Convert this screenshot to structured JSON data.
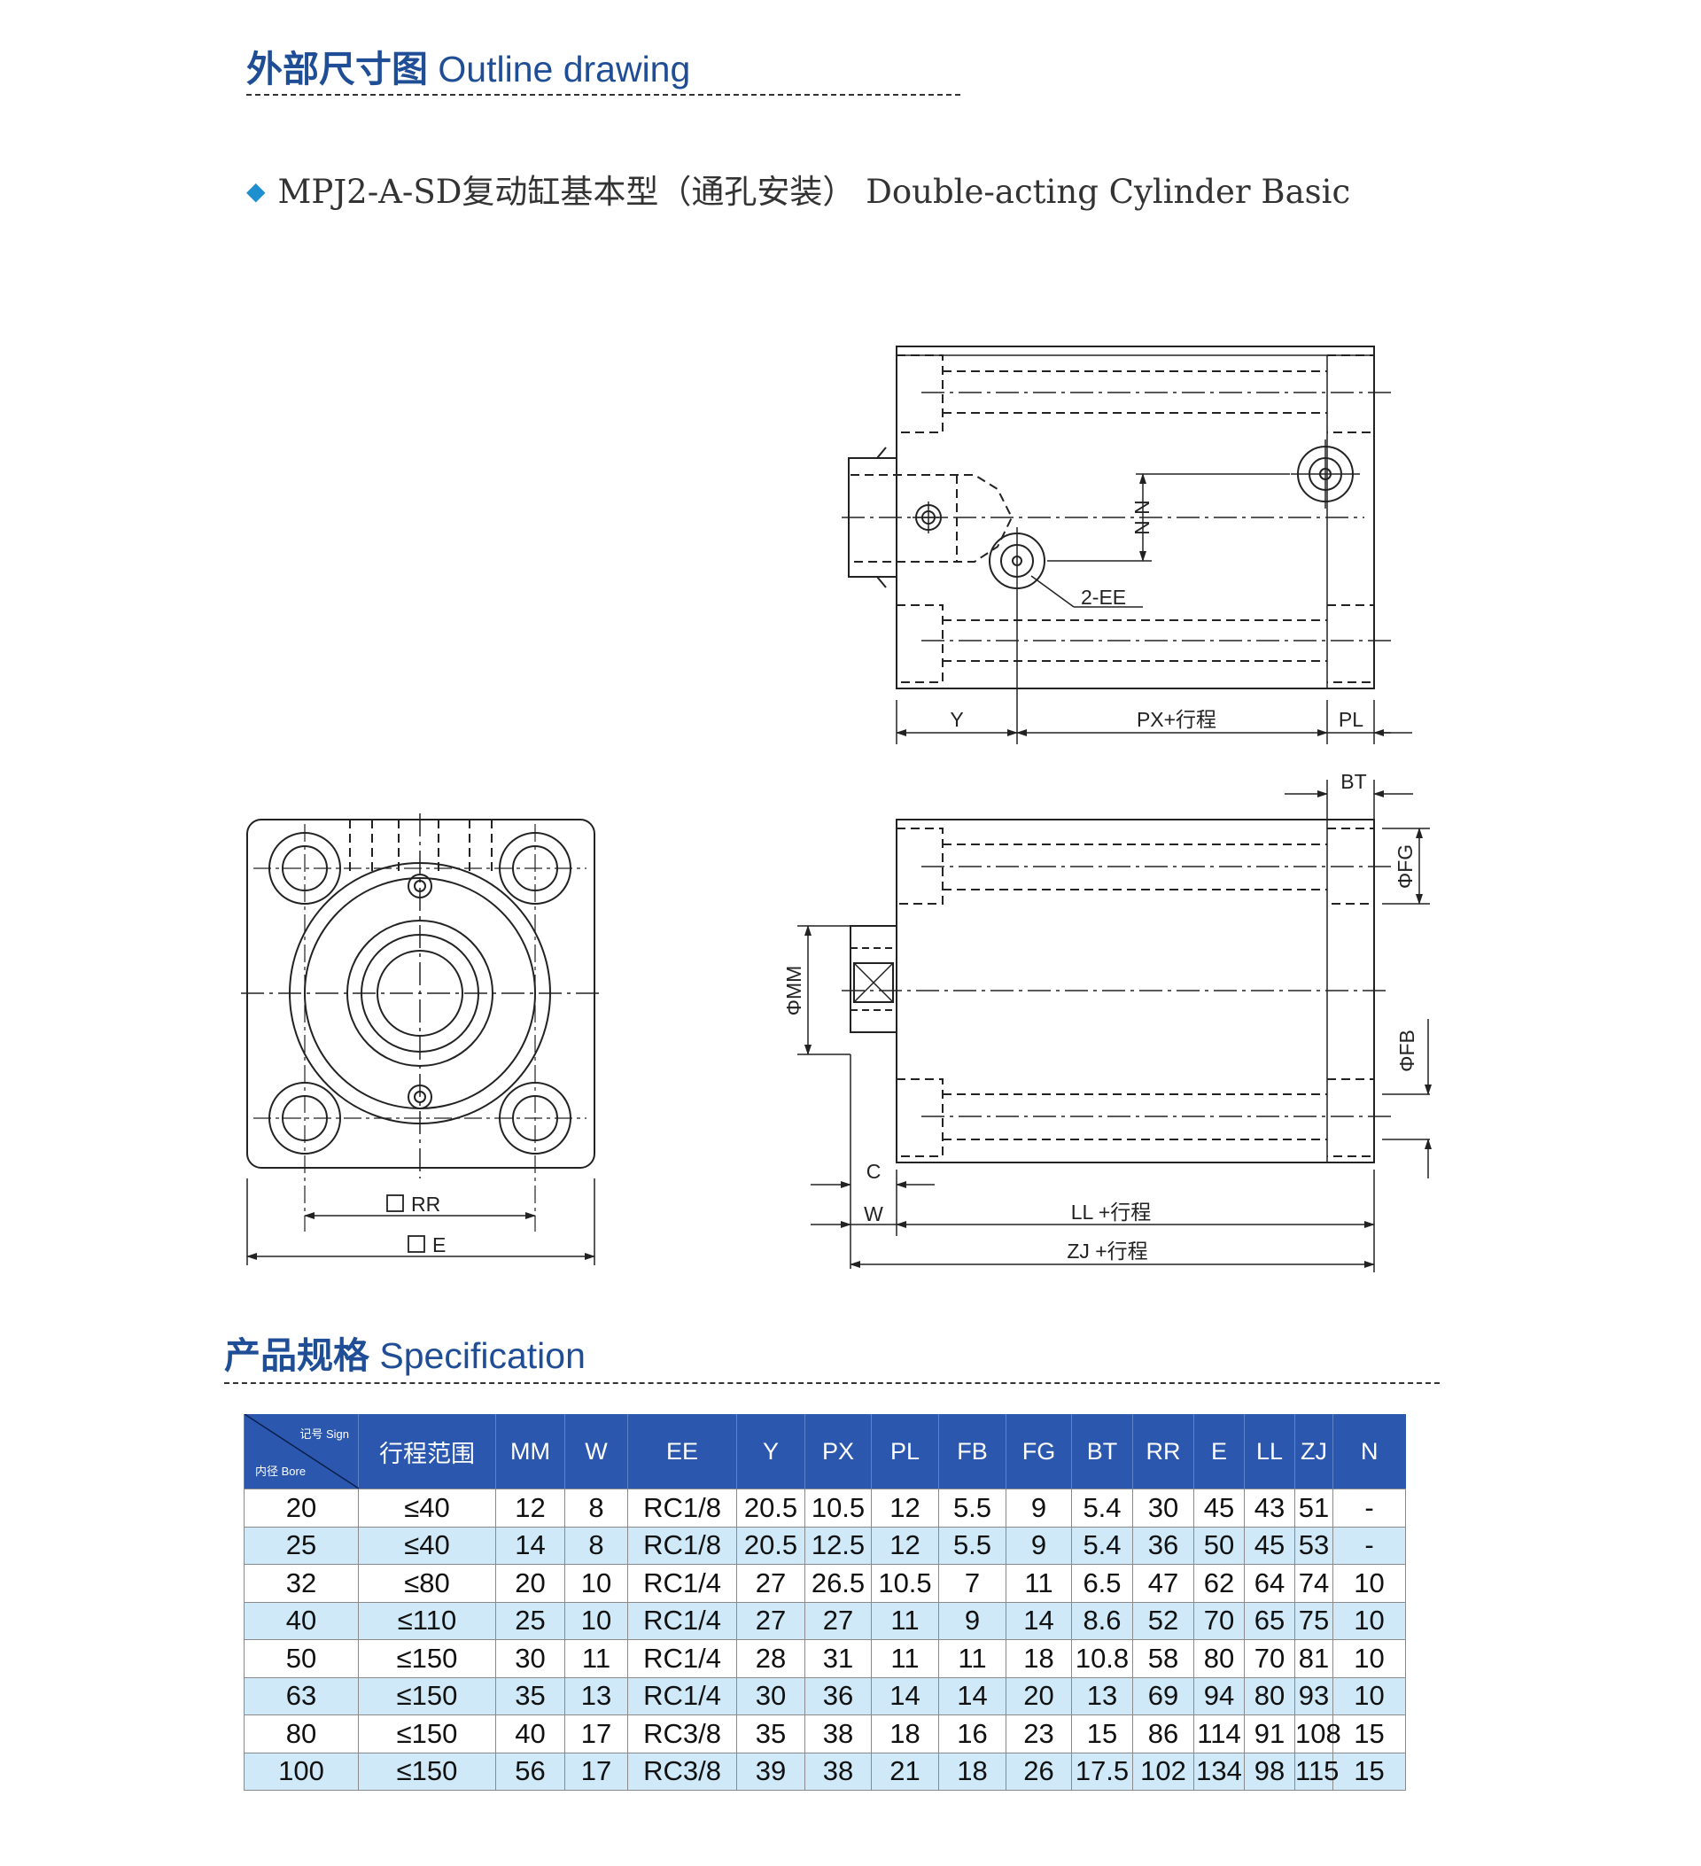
{
  "header": {
    "title_zh": "外部尺寸图",
    "title_en": "Outline drawing",
    "model_line": "MPJ2-A-SD复动缸基本型（通孔安装）  Double-acting Cylinder Basic"
  },
  "drawing": {
    "labels": {
      "nn": "N N",
      "ee": "2-EE",
      "y": "Y",
      "px": "PX+行程",
      "pl": "PL",
      "bt": "BT",
      "fg": "ΦFG",
      "mm": "ΦMM",
      "fb": "ΦFB",
      "c": "C",
      "w": "W",
      "ll": "LL +行程",
      "zj": "ZJ +行程",
      "rr": "RR",
      "e": "E"
    }
  },
  "spec": {
    "title_zh": "产品规格",
    "title_en": "Specification",
    "corner_sign": "记号 Sign",
    "corner_bore": "内径 Bore",
    "headers": [
      "行程范围",
      "MM",
      "W",
      "EE",
      "Y",
      "PX",
      "PL",
      "FB",
      "FG",
      "BT",
      "RR",
      "E",
      "LL",
      "ZJ",
      "N"
    ],
    "rows": [
      [
        "20",
        "≤40",
        "12",
        "8",
        "RC1/8",
        "20.5",
        "10.5",
        "12",
        "5.5",
        "9",
        "5.4",
        "30",
        "45",
        "43",
        "51",
        "-"
      ],
      [
        "25",
        "≤40",
        "14",
        "8",
        "RC1/8",
        "20.5",
        "12.5",
        "12",
        "5.5",
        "9",
        "5.4",
        "36",
        "50",
        "45",
        "53",
        "-"
      ],
      [
        "32",
        "≤80",
        "20",
        "10",
        "RC1/4",
        "27",
        "26.5",
        "10.5",
        "7",
        "11",
        "6.5",
        "47",
        "62",
        "64",
        "74",
        "10"
      ],
      [
        "40",
        "≤110",
        "25",
        "10",
        "RC1/4",
        "27",
        "27",
        "11",
        "9",
        "14",
        "8.6",
        "52",
        "70",
        "65",
        "75",
        "10"
      ],
      [
        "50",
        "≤150",
        "30",
        "11",
        "RC1/4",
        "28",
        "31",
        "11",
        "11",
        "18",
        "10.8",
        "58",
        "80",
        "70",
        "81",
        "10"
      ],
      [
        "63",
        "≤150",
        "35",
        "13",
        "RC1/4",
        "30",
        "36",
        "14",
        "14",
        "20",
        "13",
        "69",
        "94",
        "80",
        "93",
        "10"
      ],
      [
        "80",
        "≤150",
        "40",
        "17",
        "RC3/8",
        "35",
        "38",
        "18",
        "16",
        "23",
        "15",
        "86",
        "114",
        "91",
        "108",
        "15"
      ],
      [
        "100",
        "≤150",
        "56",
        "17",
        "RC3/8",
        "39",
        "38",
        "21",
        "18",
        "26",
        "17.5",
        "102",
        "134",
        "98",
        "115",
        "15"
      ]
    ]
  },
  "colors": {
    "title_blue": "#1f4e96",
    "header_blue": "#2b58ae",
    "row_alt": "#d0e9f8",
    "diamond": "#1e90d0"
  }
}
